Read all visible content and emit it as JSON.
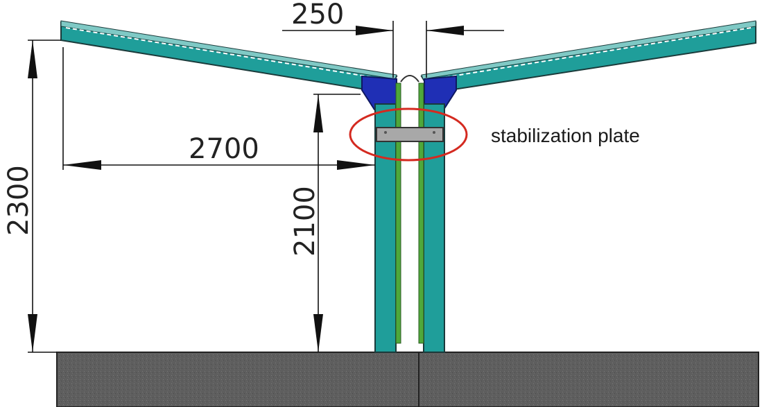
{
  "dimensions": {
    "gap_width": "250",
    "roof_span": "2700",
    "total_height": "2300",
    "clear_height": "2100"
  },
  "annotation": {
    "label": "stabilization plate"
  },
  "colors": {
    "beam_teal": "#1f9e9a",
    "bracket_blue": "#1f2fb5",
    "plate_gray": "#a8a8a8",
    "callout_red": "#d42a20",
    "foundation_gray": "#5e5e5e",
    "inner_green": "#4fa83a"
  }
}
